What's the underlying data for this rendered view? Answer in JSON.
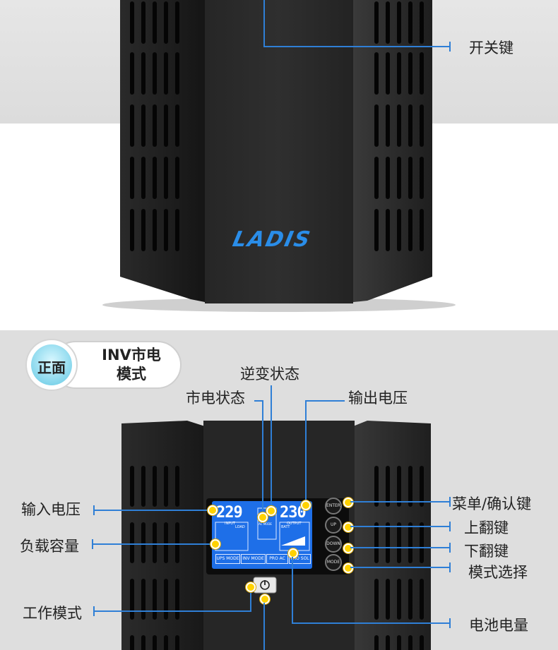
{
  "top_panel": {
    "switch_key_label": "开关键",
    "brand_logo_text": "LADIS"
  },
  "bottom_panel": {
    "badge": {
      "left_text": "正面",
      "right_line1": "INV市电",
      "right_line2": "模式"
    },
    "callouts": {
      "inverter_status": "逆变状态",
      "mains_status": "市电状态",
      "output_voltage": "输出电压",
      "input_voltage": "输入电压",
      "load_capacity": "负载容量",
      "work_mode": "工作模式",
      "menu_confirm_key": "菜单/确认键",
      "up_key": "上翻键",
      "down_key": "下翻键",
      "mode_select": "模式选择",
      "battery_level": "电池电量"
    },
    "lcd": {
      "input_value": "229",
      "input_label": "INPUT",
      "output_value": "230",
      "output_label": "OUTPUT",
      "load_label": "LOAD",
      "batt_label": "BATT",
      "center_label": "AC MODE",
      "modes": [
        "UPS MODE",
        "INV MODE",
        "PRO AC",
        "PRO SOL"
      ]
    },
    "buttons": [
      "ENTER",
      "UP",
      "DOWN",
      "MODE"
    ]
  },
  "colors": {
    "accent_line": "#2f7fd6",
    "marker_dot": "#ffd200",
    "lcd_blue": "#1e6fe8",
    "logo_blue": "#2a8de8"
  }
}
